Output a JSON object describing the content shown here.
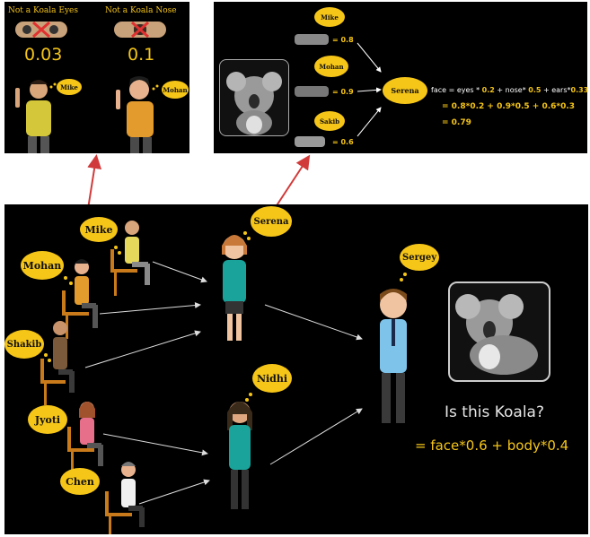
{
  "top_left": {
    "label_eyes": "Not a Koala Eyes",
    "label_nose": "Not a Koala Nose",
    "score_eyes": "0.03",
    "score_nose": "0.1",
    "bubble_mike": "Mike",
    "bubble_mohan": "Mohan"
  },
  "top_right": {
    "bubbles": [
      "Mike",
      "Mohan",
      "Sakib"
    ],
    "scores": [
      "= 0.8",
      "= 0.9",
      "= 0.6"
    ],
    "aggregator": "Serena",
    "formula_prefix": "face = eyes *",
    "formula_w1": "0.2",
    "formula_mid1": "+ nose*",
    "formula_w2": "0.5",
    "formula_mid2": "+ ears*",
    "formula_w3": "0.33",
    "line2": "= 0.8*0.2 + 0.9*0.5 + 0.6*0.3",
    "line3": "= 0.79"
  },
  "main": {
    "people": [
      "Mike",
      "Mohan",
      "Shakib",
      "Jyoti",
      "Chen"
    ],
    "mid_people": [
      "Serena",
      "Nidhi"
    ],
    "final": "Sergey",
    "question": "Is this Koala?",
    "formula": "= face*0.6 + body*0.4"
  },
  "colors": {
    "bubble": "#f5c518",
    "formula_text": "#f5c518",
    "panel_bg": "#000000",
    "connector": "#d13a3a"
  }
}
